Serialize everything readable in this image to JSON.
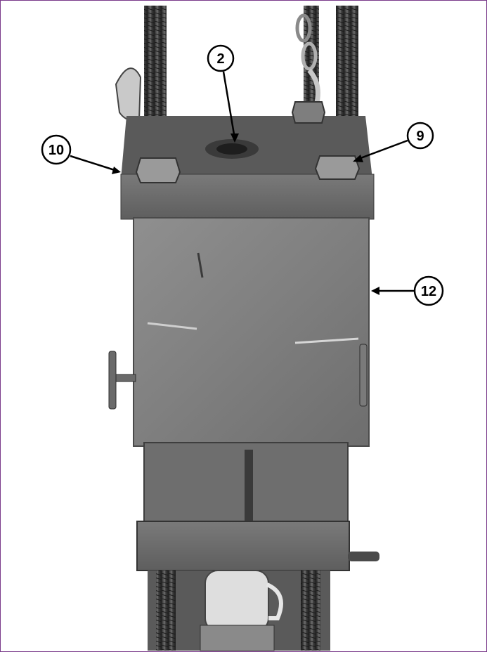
{
  "figure": {
    "kind": "grayscale technical photograph of a hydraulic press fixture",
    "callouts": [
      {
        "id": "callout-2",
        "label": "2"
      },
      {
        "id": "callout-9",
        "label": "9"
      },
      {
        "id": "callout-10",
        "label": "10"
      },
      {
        "id": "callout-12",
        "label": "12"
      }
    ]
  },
  "colors": {
    "border": "#7a3a8a",
    "background": "#ffffff"
  }
}
